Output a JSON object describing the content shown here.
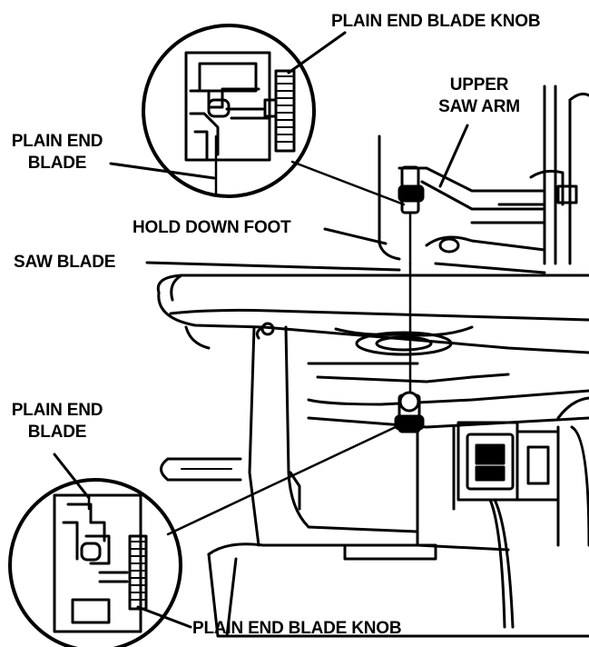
{
  "labels": {
    "plain_end_blade_knob_top": "PLAIN END BLADE KNOB",
    "upper_saw_arm": [
      "UPPER",
      "SAW ARM"
    ],
    "plain_end_blade_top": [
      "PLAIN END",
      "BLADE"
    ],
    "hold_down_foot": "HOLD DOWN FOOT",
    "saw_blade": "SAW BLADE",
    "plain_end_blade_bottom": [
      "PLAIN END",
      "BLADE"
    ],
    "plain_end_blade_knob_bottom": "PLAIN END BLADE KNOB"
  },
  "colors": {
    "ink": "#000000",
    "paper": "#ffffff"
  }
}
